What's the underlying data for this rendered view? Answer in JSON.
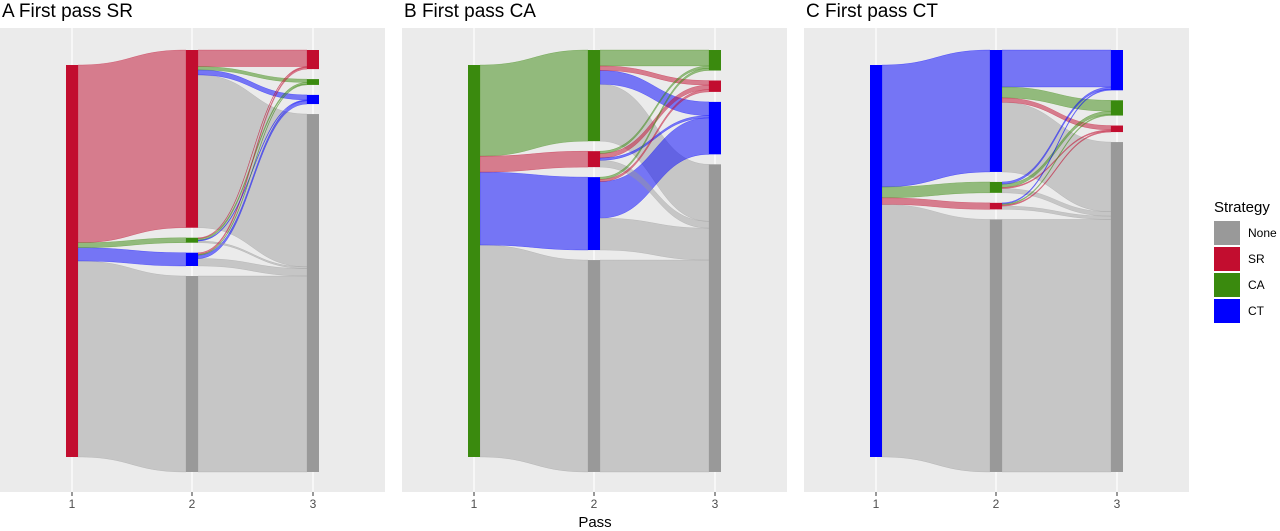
{
  "chart_data": {
    "type": "alluvial",
    "xlabel": "Pass",
    "x": [
      "1",
      "2",
      "3"
    ],
    "legend": {
      "title": "Strategy",
      "position": "right",
      "items": [
        {
          "label": "None",
          "color": "#999999"
        },
        {
          "label": "SR",
          "color": "#c20d2f"
        },
        {
          "label": "CA",
          "color": "#3a8a0e"
        },
        {
          "label": "CT",
          "color": "#0000ff"
        }
      ]
    },
    "panels": [
      {
        "letter": "A",
        "title": "First pass SR",
        "first": "SR",
        "stack_order": [
          "SR",
          "CA",
          "CT",
          "None"
        ],
        "flows": [
          {
            "path": [
              "SR",
              "SR",
              "SR"
            ],
            "value": 10
          },
          {
            "path": [
              "SR",
              "SR",
              "CA"
            ],
            "value": 2
          },
          {
            "path": [
              "SR",
              "SR",
              "CT"
            ],
            "value": 3
          },
          {
            "path": [
              "SR",
              "SR",
              "None"
            ],
            "value": 92
          },
          {
            "path": [
              "SR",
              "CA",
              "SR"
            ],
            "value": 0.5
          },
          {
            "path": [
              "SR",
              "CA",
              "CA"
            ],
            "value": 1
          },
          {
            "path": [
              "SR",
              "CA",
              "CT"
            ],
            "value": 0.5
          },
          {
            "path": [
              "SR",
              "CA",
              "None"
            ],
            "value": 1
          },
          {
            "path": [
              "SR",
              "CT",
              "SR"
            ],
            "value": 1
          },
          {
            "path": [
              "SR",
              "CT",
              "CA"
            ],
            "value": 0.5
          },
          {
            "path": [
              "SR",
              "CT",
              "CT"
            ],
            "value": 2
          },
          {
            "path": [
              "SR",
              "CT",
              "None"
            ],
            "value": 4.5
          },
          {
            "path": [
              "SR",
              "None",
              "None"
            ],
            "value": 118
          }
        ]
      },
      {
        "letter": "B",
        "title": "First pass CA",
        "first": "CA",
        "stack_order": [
          "CA",
          "SR",
          "CT",
          "None"
        ],
        "flows": [
          {
            "path": [
              "CA",
              "CA",
              "CA"
            ],
            "value": 7
          },
          {
            "path": [
              "CA",
              "CA",
              "SR"
            ],
            "value": 2
          },
          {
            "path": [
              "CA",
              "CA",
              "CT"
            ],
            "value": 6
          },
          {
            "path": [
              "CA",
              "CA",
              "None"
            ],
            "value": 25
          },
          {
            "path": [
              "CA",
              "SR",
              "CA"
            ],
            "value": 1
          },
          {
            "path": [
              "CA",
              "SR",
              "SR"
            ],
            "value": 2
          },
          {
            "path": [
              "CA",
              "SR",
              "CT"
            ],
            "value": 1
          },
          {
            "path": [
              "CA",
              "SR",
              "None"
            ],
            "value": 3
          },
          {
            "path": [
              "CA",
              "CT",
              "CA"
            ],
            "value": 1
          },
          {
            "path": [
              "CA",
              "CT",
              "SR"
            ],
            "value": 1
          },
          {
            "path": [
              "CA",
              "CT",
              "CT"
            ],
            "value": 16
          },
          {
            "path": [
              "CA",
              "CT",
              "None"
            ],
            "value": 14
          },
          {
            "path": [
              "CA",
              "None",
              "None"
            ],
            "value": 93
          }
        ]
      },
      {
        "letter": "C",
        "title": "First pass CT",
        "first": "CT",
        "stack_order": [
          "CT",
          "CA",
          "SR",
          "None"
        ],
        "flows": [
          {
            "path": [
              "CT",
              "CT",
              "CT"
            ],
            "value": 17
          },
          {
            "path": [
              "CT",
              "CT",
              "CA"
            ],
            "value": 5
          },
          {
            "path": [
              "CT",
              "CT",
              "SR"
            ],
            "value": 2
          },
          {
            "path": [
              "CT",
              "CT",
              "None"
            ],
            "value": 32
          },
          {
            "path": [
              "CT",
              "CA",
              "CT"
            ],
            "value": 1
          },
          {
            "path": [
              "CT",
              "CA",
              "CA"
            ],
            "value": 1.5
          },
          {
            "path": [
              "CT",
              "CA",
              "SR"
            ],
            "value": 0.5
          },
          {
            "path": [
              "CT",
              "CA",
              "None"
            ],
            "value": 2
          },
          {
            "path": [
              "CT",
              "SR",
              "CT"
            ],
            "value": 0.5
          },
          {
            "path": [
              "CT",
              "SR",
              "CA"
            ],
            "value": 0.5
          },
          {
            "path": [
              "CT",
              "SR",
              "SR"
            ],
            "value": 0.5
          },
          {
            "path": [
              "CT",
              "SR",
              "None"
            ],
            "value": 1.5
          },
          {
            "path": [
              "CT",
              "None",
              "None"
            ],
            "value": 116
          }
        ]
      }
    ]
  }
}
